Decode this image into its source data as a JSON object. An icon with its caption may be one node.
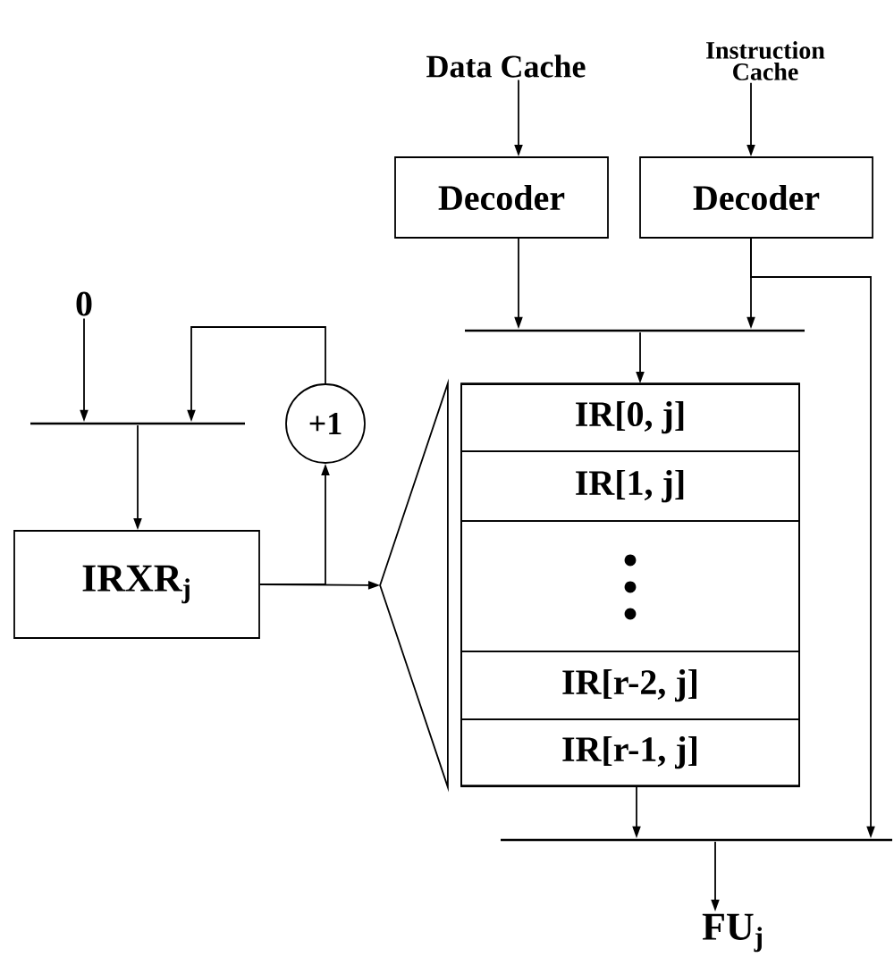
{
  "diagram": {
    "nodes": [
      {
        "text": [
          "Data Cache"
        ]
      },
      {
        "text": [
          "Instruction Cache"
        ]
      },
      {
        "text": [
          "Decoder"
        ]
      },
      {
        "text": [
          "Decoder"
        ]
      },
      {
        "text": [],
        "shape": "bar"
      },
      {
        "text": [],
        "shape": "box"
      },
      {
        "text": [
          "IR[0, j]"
        ],
        "in": 5
      },
      {
        "text": [
          "IR[1, j]"
        ],
        "in": 5
      },
      {
        "text": [],
        "shape": "box",
        "in": 5
      },
      {
        "text": [
          "IR[r-2, j]"
        ],
        "in": 5
      },
      {
        "text": [
          "IR[r-1, j]"
        ],
        "in": 5
      },
      {
        "text": [],
        "shape": "bar"
      },
      {
        "text": [
          "FU$_{j}$"
        ]
      },
      {
        "text": [
          "0"
        ]
      },
      {
        "text": [],
        "shape": "bar"
      },
      {
        "text": [
          "+1"
        ]
      },
      {
        "text": [
          "IRXR$_{j}$"
        ]
      },
      {
        "text": [],
        "shape": "triangle"
      }
    ],
    "edges": [
      {
        "from": 0,
        "to": 2,
        "arrow": "to"
      },
      {
        "from": 1,
        "to": 3,
        "arrow": "to"
      },
      {
        "from": 2,
        "to": 4,
        "arrow": "to"
      },
      {
        "from": 3,
        "to": 4,
        "arrow": "to"
      },
      {
        "from": 3,
        "to": 11,
        "arrow": "to"
      },
      {
        "from": 4,
        "to": 5,
        "arrow": "to"
      },
      {
        "from": 10,
        "to": 11,
        "arrow": "to"
      },
      {
        "from": 11,
        "to": 12,
        "arrow": "to"
      },
      {
        "from": 13,
        "to": 14,
        "arrow": "to"
      },
      {
        "from": 15,
        "to": 14,
        "arrow": "to"
      },
      {
        "from": 14,
        "to": 16,
        "arrow": "to"
      },
      {
        "from": 16,
        "to": 15,
        "arrow": "to"
      },
      {
        "from": 16,
        "to": 17,
        "arrow": "to"
      }
    ]
  }
}
